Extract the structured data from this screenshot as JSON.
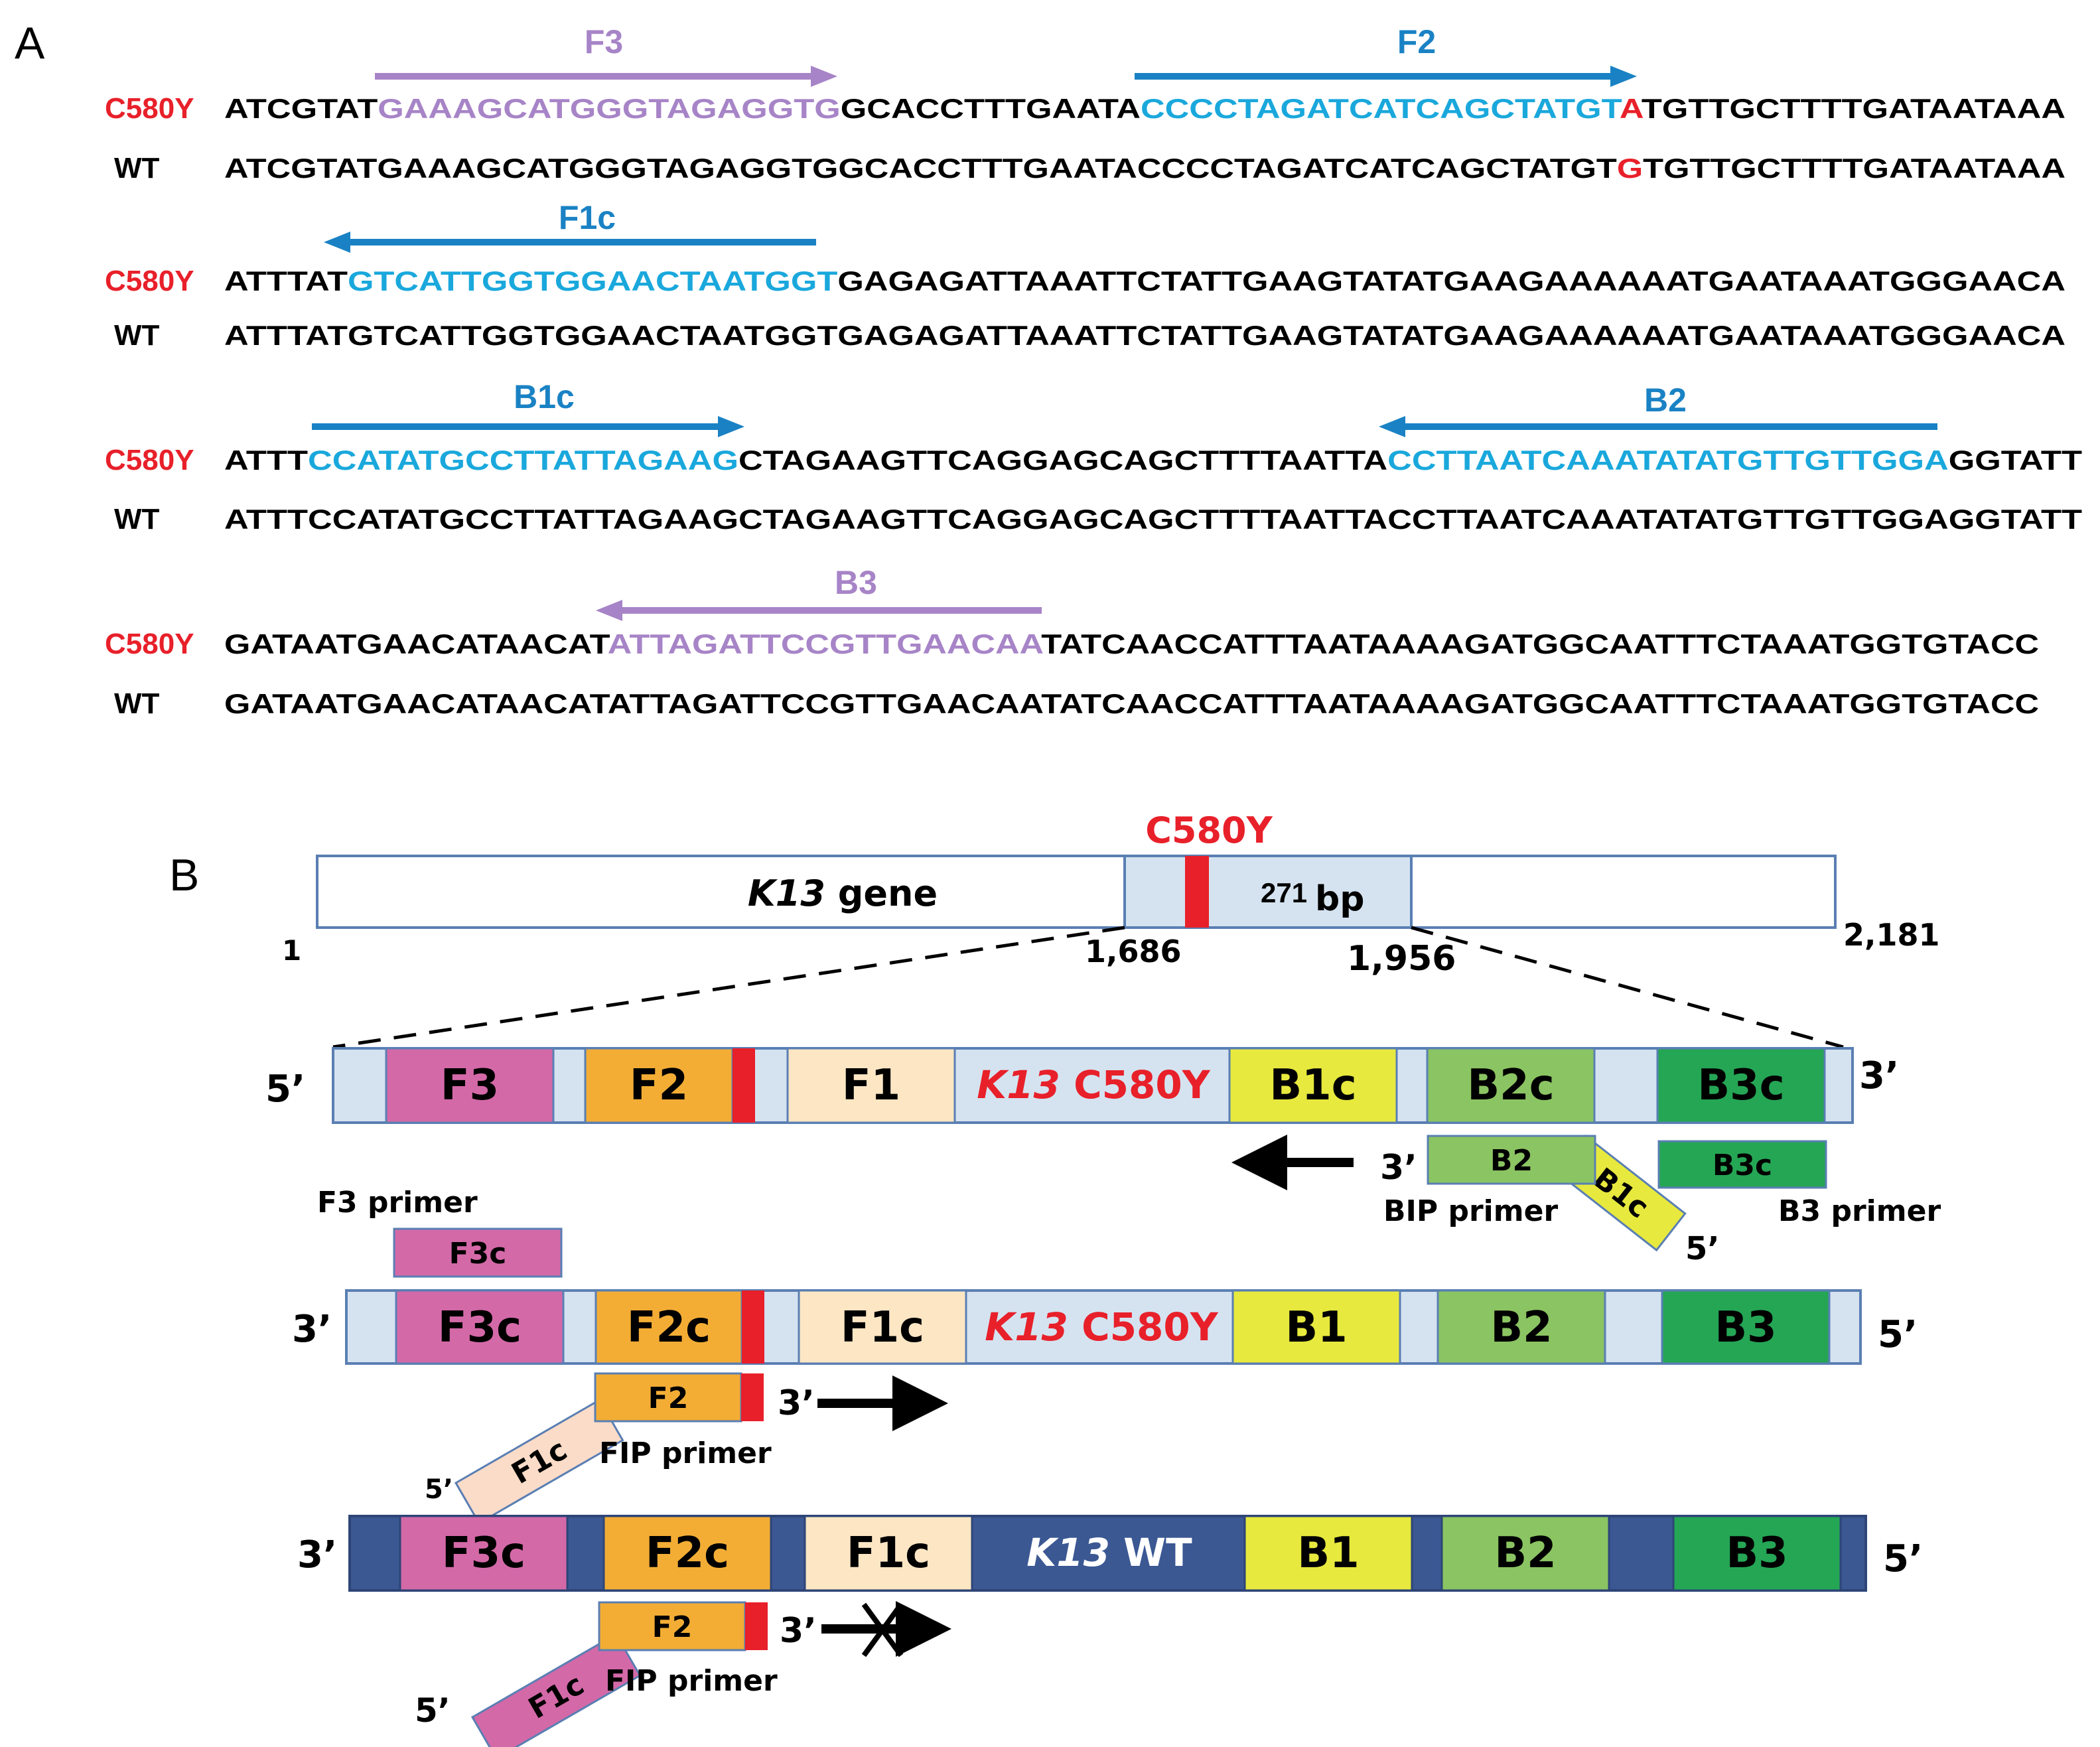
{
  "panel_a": {
    "label": "A",
    "row_labels": {
      "mutant": "C580Y",
      "wild_type": "WT"
    },
    "blocks": [
      {
        "mutant_segments": [
          {
            "text": "ATCGTAT",
            "color": "#000000"
          },
          {
            "text": "GAAAGCATGGGTAGAGGTG",
            "color": "#a784c7"
          },
          {
            "text": "GCACCTTTGAATA",
            "color": "#000000"
          },
          {
            "text": "CCCCTAGATCATCAGCTATGT",
            "color": "#1aa8dc"
          },
          {
            "text": "A",
            "color": "#e8202a"
          },
          {
            "text": "TGTTGCTTTTGATAATAAA",
            "color": "#000000"
          }
        ],
        "wt_segments": [
          {
            "text": "ATCGTATGAAAGCATGGGTAGAGGTGGCACCTTTGAATACCCCTAGATCATCAGCTATGT",
            "color": "#000000"
          },
          {
            "text": "G",
            "color": "#e8202a"
          },
          {
            "text": "TGTTGCTTTTGATAATAAA",
            "color": "#000000"
          }
        ],
        "primers": [
          {
            "name": "F3",
            "direction": "right",
            "color": "#a784c7"
          },
          {
            "name": "F2",
            "direction": "right",
            "color": "#1a82c4"
          }
        ]
      },
      {
        "mutant_segments": [
          {
            "text": "ATTTAT",
            "color": "#000000"
          },
          {
            "text": "GTCATTGGTGGAACTAATGGT",
            "color": "#1aa8dc"
          },
          {
            "text": "GAGAGATTAAATTCTATTGAAGTATATGAAGAAAAAATGAATAAATGGGAACA",
            "color": "#000000"
          }
        ],
        "wt_segments": [
          {
            "text": "ATTTATGTCATTGGTGGAACTAATGGTGAGAGATTAAATTCTATTGAAGTATATGAAGAAAAAATGAATAAATGGGAACA",
            "color": "#000000"
          }
        ],
        "primers": [
          {
            "name": "F1c",
            "direction": "left",
            "color": "#1a82c4"
          }
        ]
      },
      {
        "mutant_segments": [
          {
            "text": "ATTT",
            "color": "#000000"
          },
          {
            "text": "CCATATGCCTTATTAGAAG",
            "color": "#1aa8dc"
          },
          {
            "text": "CTAGAAGTTCAGGAGCAGCTTTTAATTA",
            "color": "#000000"
          },
          {
            "text": "CCTTAATCAAATATATGTTGTTGGA",
            "color": "#1aa8dc"
          },
          {
            "text": "GGTATT",
            "color": "#000000"
          }
        ],
        "wt_segments": [
          {
            "text": "ATTTCCATATGCCTTATTAGAAGCTAGAAGTTCAGGAGCAGCTTTTAATTACCTTAATCAAATATATGTTGTTGGAGGTATT",
            "color": "#000000"
          }
        ],
        "primers": [
          {
            "name": "B1c",
            "direction": "right",
            "color": "#1a82c4"
          },
          {
            "name": "B2",
            "direction": "left",
            "color": "#1a82c4"
          }
        ]
      },
      {
        "mutant_segments": [
          {
            "text": "GATAATGAACATAACAT",
            "color": "#000000"
          },
          {
            "text": "ATTAGATTCCGTTGAACAA",
            "color": "#a784c7"
          },
          {
            "text": "TATCAACCATTTAATAAAAGATGGCAATTTCTAAATGGTGTACC",
            "color": "#000000"
          }
        ],
        "wt_segments": [
          {
            "text": "GATAATGAACATAACATATTAGATTCCGTTGAACAATATCAACCATTTAATAAAAGATGGCAATTTCTAAATGGTGTACC",
            "color": "#000000"
          }
        ],
        "primers": [
          {
            "name": "B3",
            "direction": "left",
            "color": "#a784c7"
          }
        ]
      }
    ]
  },
  "panel_b": {
    "label": "B",
    "gene": {
      "name_italic": "K13",
      "name_rest": " gene",
      "mutation": "C580Y",
      "region_size_a": "271",
      "region_size_b": "bp",
      "pos_start": "1",
      "region_start": "1,686",
      "region_end": "1,956",
      "pos_end": "2,181"
    },
    "strand1": {
      "left_end": "5’",
      "right_end": "3’",
      "segments": [
        "F3",
        "F2",
        "F1",
        "B1c",
        "B2c",
        "B3c"
      ],
      "center_italic": "K13",
      "center_rest": " C580Y"
    },
    "bip": {
      "end3": "3’",
      "b2": "B2",
      "b1c": "B1c",
      "end5": "5’",
      "label": "BIP primer"
    },
    "b3": {
      "box": "B3c",
      "label": "B3 primer"
    },
    "f3": {
      "label": "F3 primer",
      "box": "F3c"
    },
    "strand2": {
      "left_end": "3’",
      "right_end": "5’",
      "segments": [
        "F3c",
        "F2c",
        "F1c",
        "B1",
        "B2",
        "B3"
      ],
      "center_italic": "K13",
      "center_rest": " C580Y"
    },
    "fip_mut": {
      "f2": "F2",
      "f1c": "F1c",
      "end3": "3’",
      "end5": "5’",
      "label": "FIP primer"
    },
    "strand3": {
      "left_end": "3’",
      "right_end": "5’",
      "segments": [
        "F3c",
        "F2c",
        "F1c",
        "B1",
        "B2",
        "B3"
      ],
      "center_italic": "K13",
      "center_rest": " WT"
    },
    "fip_wt": {
      "f2": "F2",
      "f1c": "F1c",
      "end3": "3’",
      "end5": "5’",
      "label": "FIP primer"
    }
  },
  "colors": {
    "mutation_red": "#e8202a",
    "primer_purple": "#a784c7",
    "primer_blue": "#1a82c4",
    "seq_cyan": "#1aa8dc",
    "region_light": "#d5e3f0",
    "wt_dark": "#3b5893",
    "f3": "#d469a8",
    "f2": "#f3ad35",
    "f1": "#fce6c4",
    "b1": "#e7e93e",
    "b2": "#8bc462",
    "b3": "#25a655"
  }
}
